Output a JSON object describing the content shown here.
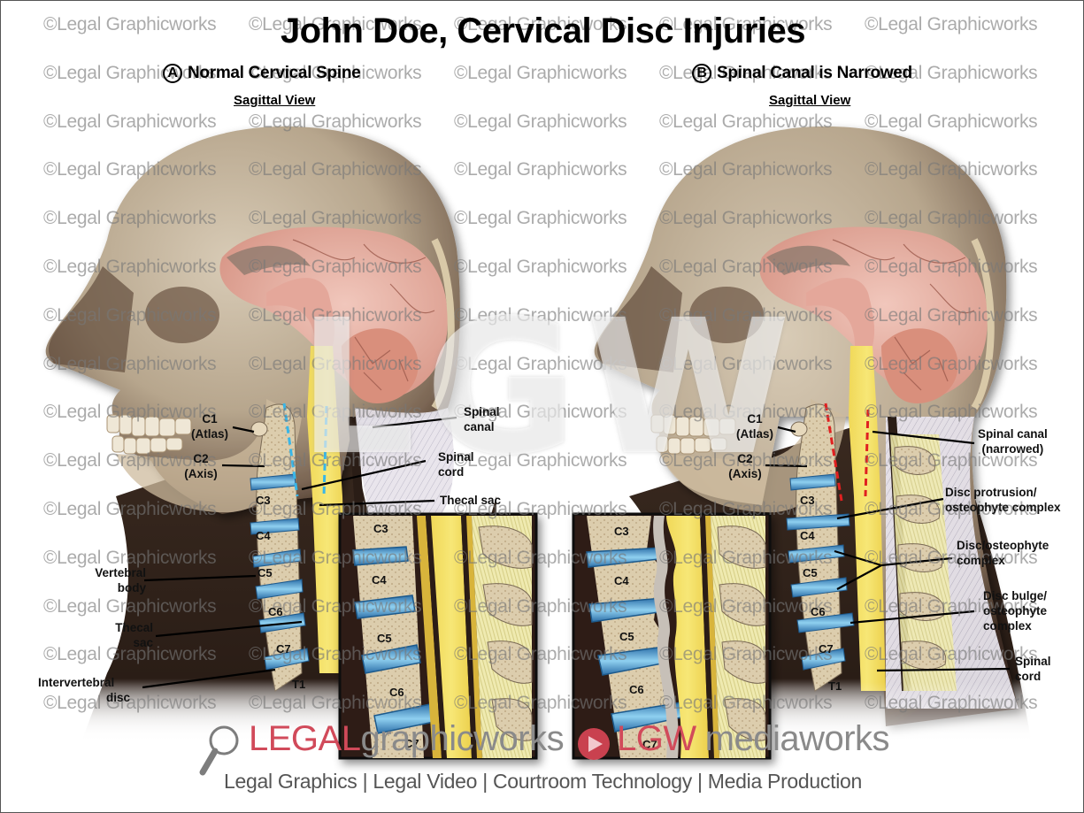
{
  "title": "John Doe, Cervical Disc Injuries",
  "watermark_text": "©Legal Graphicworks",
  "big_watermark": "LGW",
  "panels": {
    "a": {
      "badge": "A",
      "heading": "Normal Cervical Spine",
      "view": "Sagittal View",
      "labels": {
        "c1": "C1",
        "c1_sub": "(Atlas)",
        "c2": "C2",
        "c2_sub": "(Axis)",
        "spinal_canal_1": "Spinal",
        "spinal_canal_2": "canal",
        "spinal_cord_1": "Spinal",
        "spinal_cord_2": "cord",
        "thecal_sac": "Thecal sac",
        "vertebral_body_1": "Vertebral",
        "vertebral_body_2": "body",
        "thecal_sac2_1": "Thecal",
        "thecal_sac2_2": "sac",
        "intervertebral_1": "Intervertebral",
        "intervertebral_2": "disc"
      },
      "vertebrae": [
        "C3",
        "C4",
        "C5",
        "C6",
        "C7",
        "T1"
      ],
      "inset_vertebrae": [
        "C3",
        "C4",
        "C5",
        "C6",
        "C7"
      ]
    },
    "b": {
      "badge": "B",
      "heading": "Spinal Canal is Narrowed",
      "view": "Sagittal View",
      "labels": {
        "c1": "C1",
        "c1_sub": "(Atlas)",
        "c2": "C2",
        "c2_sub": "(Axis)",
        "spinal_canal_1": "Spinal canal",
        "spinal_canal_2": "(narrowed)",
        "disc_protrusion_1": "Disc protrusion/",
        "disc_protrusion_2": "osteophyte complex",
        "disc_osteophyte_1": "Disc/osteophyte",
        "disc_osteophyte_2": "complex",
        "disc_bulge_1": "Disc bulge/",
        "disc_bulge_2": "osteophyte",
        "disc_bulge_3": "complex",
        "spinal_cord_1": "Spinal",
        "spinal_cord_2": "cord"
      },
      "vertebrae": [
        "C3",
        "C4",
        "C5",
        "C6",
        "C7",
        "T1"
      ],
      "inset_vertebrae": [
        "C3",
        "C4",
        "C5",
        "C6",
        "C7"
      ]
    }
  },
  "footer": {
    "brand1_red": "LEGAL",
    "brand1_gray": "graphicworks",
    "brand2_red": "LGW",
    "brand2_gray": "mediaworks",
    "tagline": "Legal Graphics | Legal Video | Courtroom Technology | Media Production"
  },
  "colors": {
    "disc_blue": "#4f9fd0",
    "cord_yellow": "#f3df5f",
    "bone": "#d9c9a8",
    "brain_pink": "#e8b5a8",
    "skin_dark": "#3b2a20",
    "brand_red": "#d14a5a",
    "narrowing_red": "#e02020",
    "normal_canal_blue": "#38b6e8"
  }
}
